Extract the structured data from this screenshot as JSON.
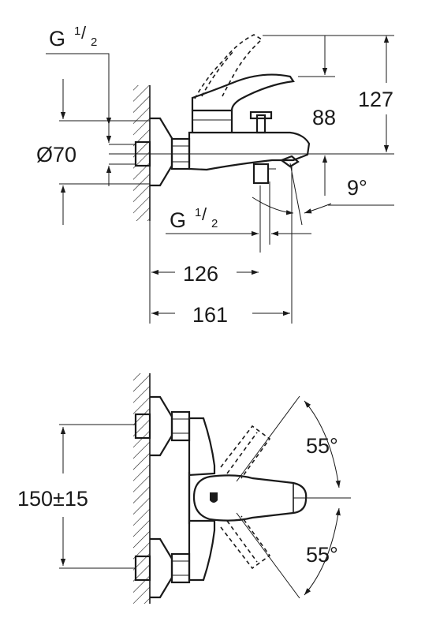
{
  "side_view": {
    "thread_top": {
      "base": "G",
      "sup": "1",
      "sub": "2"
    },
    "thread_bottom": {
      "base": "G",
      "sup": "1",
      "sub": "2"
    },
    "dim_diameter": "Ø70",
    "dim_height_total": "127",
    "dim_height_lever": "88",
    "dim_angle": "9°",
    "dim_length_short": "126",
    "dim_length_long": "161"
  },
  "front_view": {
    "dim_centers": "150±15",
    "angle_up": "55°",
    "angle_down": "55°"
  }
}
